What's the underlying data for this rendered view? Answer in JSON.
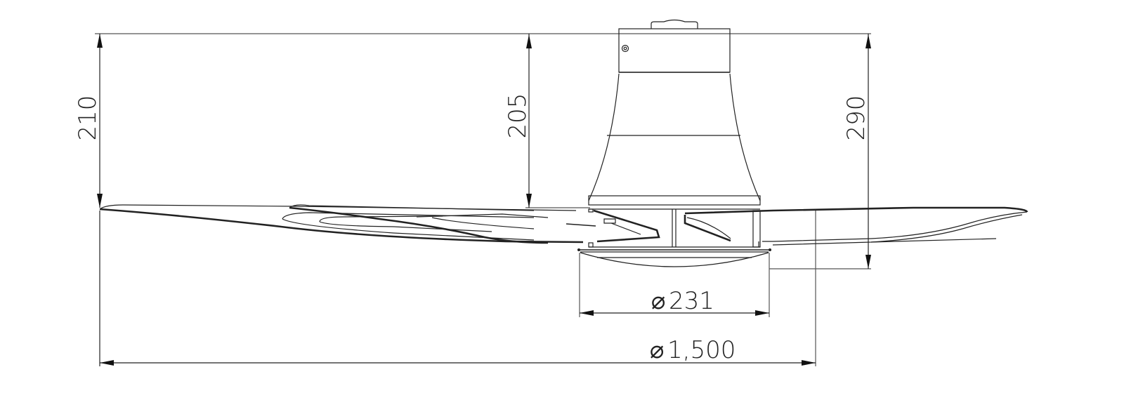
{
  "drawing": {
    "subject": "ceiling fan side elevation",
    "units": "mm",
    "line_color": "#222222",
    "background": "#ffffff"
  },
  "dimensions": {
    "overall_height": {
      "label": "210",
      "orientation": "vertical",
      "position": "left"
    },
    "canopy_to_blade": {
      "label": "205",
      "orientation": "vertical",
      "position": "center-left"
    },
    "total_height": {
      "label": "290",
      "orientation": "vertical",
      "position": "right"
    },
    "light_diameter": {
      "symbol": "⌀",
      "label": "231",
      "orientation": "horizontal"
    },
    "blade_sweep": {
      "symbol": "⌀",
      "label": "1,500",
      "orientation": "horizontal"
    }
  }
}
